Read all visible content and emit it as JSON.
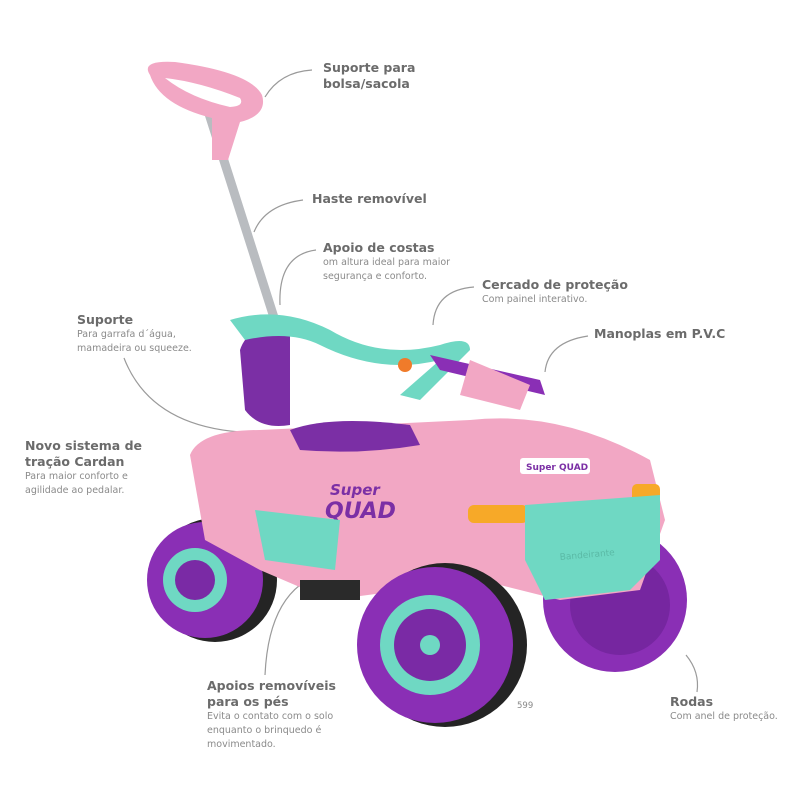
{
  "annotations": {
    "bag_support": {
      "title_1": "Suporte para",
      "title_2": "bolsa/sacola"
    },
    "removable_pole": {
      "title": "Haste removível"
    },
    "backrest": {
      "title": "Apoio de costas",
      "desc_1": "om altura ideal para maior",
      "desc_2": "segurança e conforto."
    },
    "guard": {
      "title": "Cercado de proteção",
      "desc_1": "Com painel interativo."
    },
    "grips": {
      "title": "Manoplas em P.V.C"
    },
    "holder": {
      "title": "Suporte",
      "desc_1": "Para garrafa d´água,",
      "desc_2": "mamadeira ou squeeze."
    },
    "cardan": {
      "title_1": "Novo sistema de",
      "title_2": "tração Cardan",
      "desc_1": "Para maior conforto e",
      "desc_2": "agilidade ao pedalar."
    },
    "footrests": {
      "title_1": "Apoios removíveis",
      "title_2": "para os pés",
      "desc_1": "Evita o contato com o solo",
      "desc_2": "enquanto o brinquedo é",
      "desc_3": "movimentado."
    },
    "wheels": {
      "title": "Rodas",
      "desc_1": "Com anel de proteção."
    }
  },
  "product": {
    "logo_1": "Super",
    "logo_2": "QUAD",
    "brand": "Bandeirante"
  },
  "model_number": "599",
  "colors": {
    "pink": "#f0a9c6",
    "teal": "#6fd8c3",
    "purple": "#8a2fb5",
    "text": "#6b6b6b",
    "line": "#9a9a9a"
  }
}
